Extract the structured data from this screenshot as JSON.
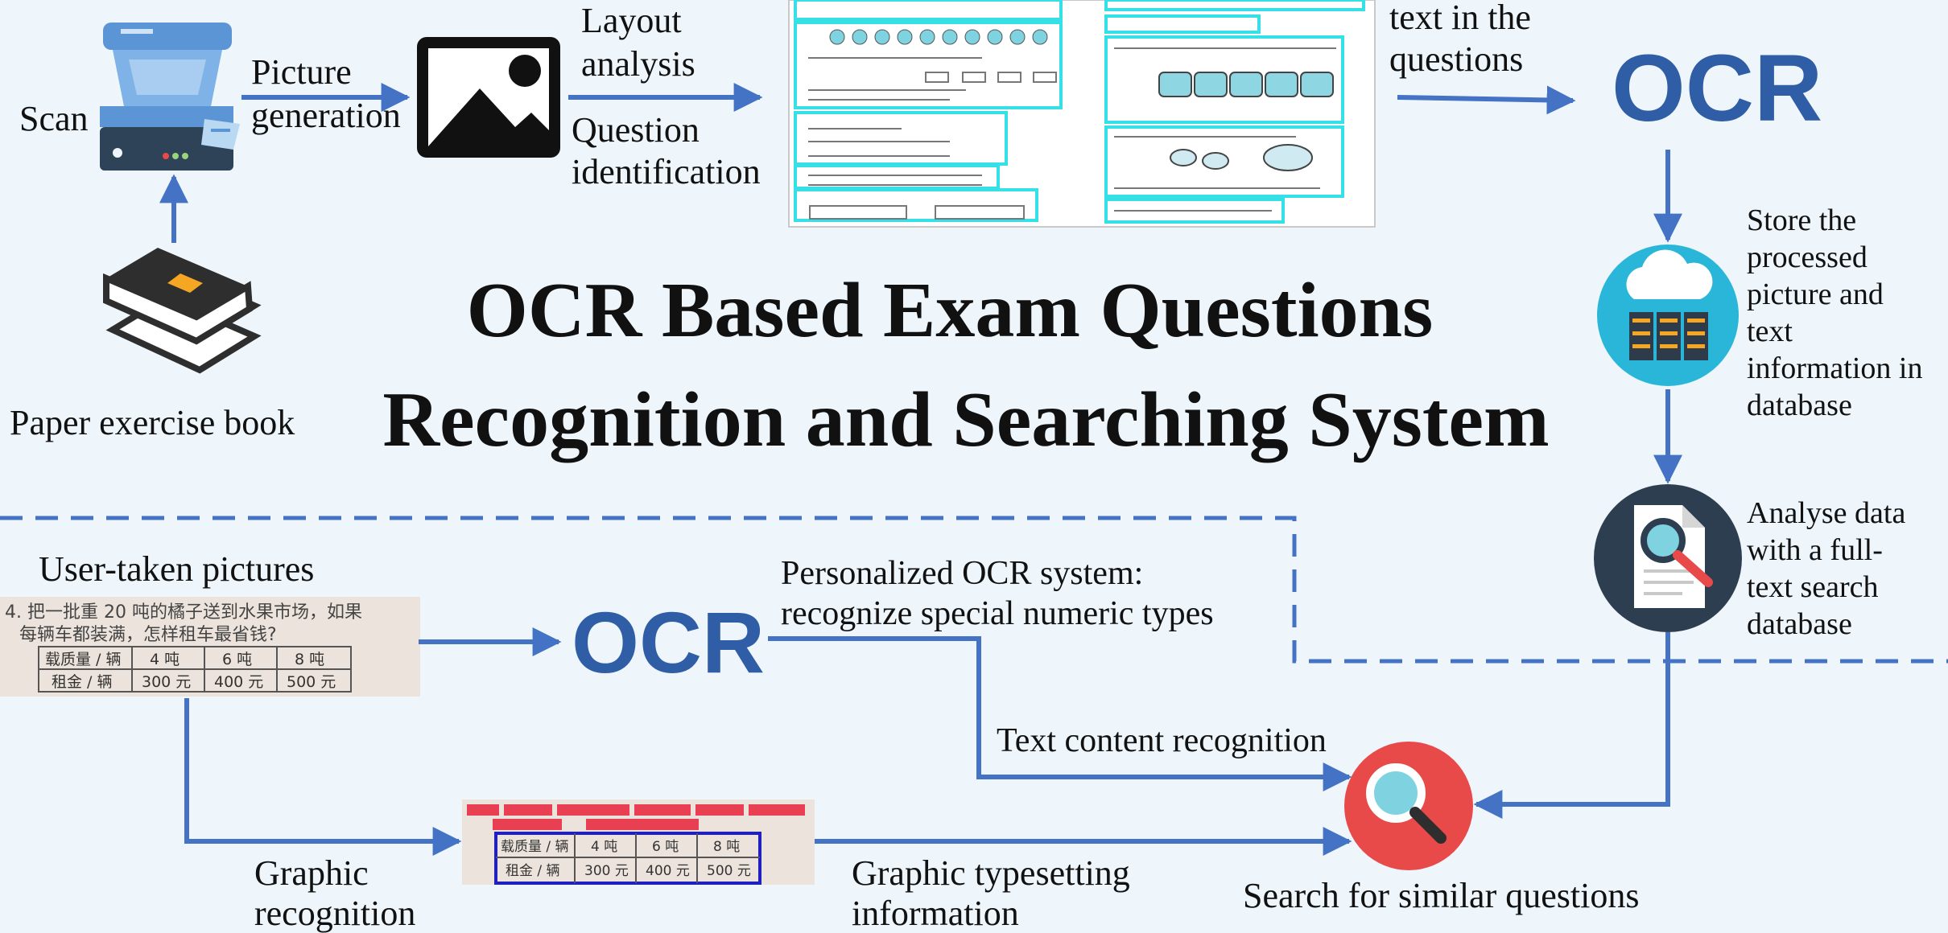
{
  "title": {
    "line1": "OCR Based Exam Questions",
    "line2": "Recognition and Searching System"
  },
  "top_flow": {
    "scan": "Scan",
    "picture_generation": [
      "Picture",
      "generation"
    ],
    "layout_analysis": [
      "Layout",
      "analysis"
    ],
    "question_identification": [
      "Question",
      "identification"
    ],
    "text_in_questions": [
      "text in the",
      "questions"
    ],
    "ocr": "OCR",
    "store": [
      "Store the",
      "processed",
      "picture and",
      "text",
      "information in",
      "database"
    ],
    "analyse": [
      "Analyse data",
      "with a full-",
      "text search",
      "database"
    ],
    "paper_book": "Paper exercise book"
  },
  "bottom_flow": {
    "user_pictures": "User-taken pictures",
    "ocr": "OCR",
    "personalized": [
      "Personalized OCR system:",
      "recognize special numeric types"
    ],
    "text_content": "Text content recognition",
    "graphic_recognition": [
      "Graphic",
      "recognition"
    ],
    "graphic_typesetting": [
      "Graphic typesetting",
      "information"
    ],
    "search_similar": "Search for similar questions"
  },
  "photo": {
    "line1": "4. 把一批重 20 吨的橘子送到水果市场，如果",
    "line2": "每辆车都装满，怎样租车最省钱?",
    "table": [
      [
        "载质量 / 辆",
        "4 吨",
        "6 吨",
        "8 吨"
      ],
      [
        "租金 / 辆",
        "300 元",
        "400 元",
        "500 元"
      ]
    ]
  },
  "colors": {
    "arrow": "#4472c4",
    "ocr_text": "#2f5da6",
    "cloud_circle": "#29b6d8",
    "analyse_circle": "#2c3e50",
    "search_circle": "#e84a4a",
    "box_cyan": "#35e0e6"
  }
}
